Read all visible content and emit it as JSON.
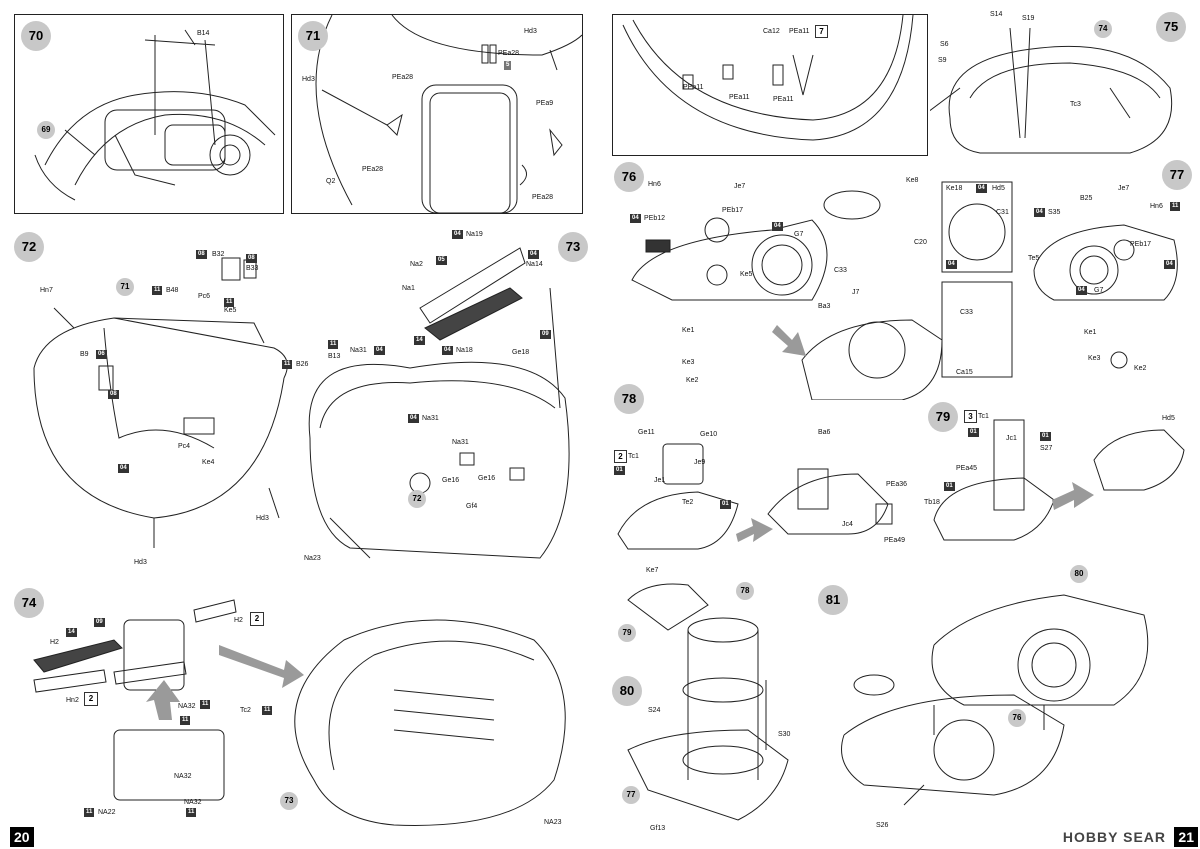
{
  "pages": {
    "left_number": "20",
    "right_number": "21"
  },
  "watermark": "HOBBY SEAR",
  "steps": {
    "s70": {
      "number": "70",
      "labels": {
        "b14": "B14",
        "sub69": "69"
      }
    },
    "s71": {
      "number": "71",
      "labels": {
        "hd3a": "Hd3",
        "hd3b": "Hd3",
        "pea28a": "PEa28",
        "pea28b": "PEa28",
        "pea28c": "PEa28",
        "pea28d": "PEa28",
        "pea9": "PEa9",
        "q2": "Q2",
        "inst5": "5"
      }
    },
    "s72": {
      "number": "72",
      "labels": {
        "hn7": "Hn7",
        "b9": "B9",
        "b32": "B32",
        "b33": "B33",
        "b48": "B48",
        "pc6": "Pc6",
        "ke5": "Ke5",
        "pc4": "Pc4",
        "ke4": "Ke4",
        "hd3a": "Hd3",
        "hd3b": "Hd3",
        "sub71": "71"
      },
      "paint": {
        "p08a": "08",
        "p08b": "08",
        "p11a": "11",
        "p11b": "11",
        "p06": "06",
        "p08c": "08",
        "p04": "04"
      }
    },
    "s73": {
      "number": "73",
      "labels": {
        "na19": "Na19",
        "na2": "Na2",
        "na1": "Na1",
        "na14": "Na14",
        "na18": "Na18",
        "b26": "B26",
        "b13": "B13",
        "na31a": "Na31",
        "na31b": "Na31",
        "na31c": "Na31",
        "ge18": "Ge18",
        "ge16a": "Ge16",
        "ge16b": "Ge16",
        "gf4": "Gf4",
        "na23": "Na23",
        "sub72": "72"
      },
      "paint": {
        "p04a": "04",
        "p05": "05",
        "p04b": "04",
        "p09": "09",
        "p14": "14",
        "p04c": "04",
        "p11a": "11",
        "p11b": "11",
        "p04d": "04",
        "p04e": "04"
      }
    },
    "s74": {
      "number": "74",
      "labels": {
        "h2a": "H2",
        "h2b": "H2",
        "hn2": "Hn2",
        "na32a": "NA32",
        "na32b": "NA32",
        "na32c": "NA32",
        "na22": "NA22",
        "tc2": "Tc2",
        "na23": "NA23",
        "sub73": "73",
        "x2a": "2",
        "x2b": "2"
      },
      "paint": {
        "p14": "14",
        "p09": "09",
        "p11a": "11",
        "p11b": "11",
        "p11c": "11",
        "p11d": "11"
      }
    },
    "s75": {
      "number": "75",
      "labels": {
        "ca12": "Ca12",
        "pea11a": "PEa11",
        "pea11b": "PEa11",
        "pea11c": "PEa11",
        "pea11d": "PEa11",
        "x7": "7",
        "s14": "S14",
        "s19": "S19",
        "s6": "S6",
        "s9": "S9",
        "tc3": "Tc3",
        "sub74": "74"
      }
    },
    "s76": {
      "number": "76",
      "labels": {
        "hn6": "Hn6",
        "je7": "Je7",
        "peb12": "PEb12",
        "peb17": "PEb17",
        "g7": "G7",
        "ke5": "Ke5",
        "ke1": "Ke1",
        "ke3": "Ke3",
        "ke2": "Ke2",
        "ke8": "Ke8",
        "ke18": "Ke18",
        "hd5": "Hd5",
        "c31": "C31",
        "c20": "C20",
        "c33a": "C33",
        "j7": "J7",
        "ba3": "Ba3",
        "c33b": "C33",
        "ca15": "Ca15"
      },
      "paint": {
        "p04a": "04",
        "p04b": "04",
        "p04c": "04",
        "p04d": "04"
      }
    },
    "s77": {
      "number": "77",
      "labels": {
        "s35": "S35",
        "b25": "B25",
        "je7": "Je7",
        "hn6": "Hn6",
        "te5": "Te5",
        "peb17": "PEb17",
        "g7": "G7",
        "ke1": "Ke1",
        "ke3": "Ke3",
        "ke2": "Ke2"
      },
      "paint": {
        "p04a": "04",
        "p11": "11",
        "p04b": "04",
        "p04c": "04"
      }
    },
    "s78": {
      "number": "78",
      "labels": {
        "ge11": "Ge11",
        "ge10": "Ge10",
        "tc1": "Tc1",
        "je9": "Je9",
        "je1": "Je1",
        "te2": "Te2",
        "ba6": "Ba6",
        "pea36": "PEa36",
        "pea49": "PEa49",
        "jc4": "Jc4",
        "x2": "2"
      },
      "paint": {
        "p01a": "01",
        "p01b": "01"
      }
    },
    "s79": {
      "number": "79",
      "labels": {
        "tc1": "Tc1",
        "jc1": "Jc1",
        "s27": "S27",
        "pea45": "PEa45",
        "tb18": "Tb18",
        "hd5": "Hd5",
        "x3": "3"
      },
      "paint": {
        "p01a": "01",
        "p01b": "01",
        "p01c": "01"
      }
    },
    "s80": {
      "number": "80",
      "labels": {
        "ke7": "Ke7",
        "sub79": "79",
        "sub78": "78",
        "s24": "S24",
        "s30": "S30",
        "sub77": "77",
        "gf13": "Gf13"
      }
    },
    "s81": {
      "number": "81",
      "labels": {
        "sub80": "80",
        "sub76": "76",
        "s26": "S26"
      }
    }
  },
  "colors": {
    "step_circle": "#c8c8c8",
    "paint_box": "#333333",
    "arrow": "#9a9a9a"
  }
}
